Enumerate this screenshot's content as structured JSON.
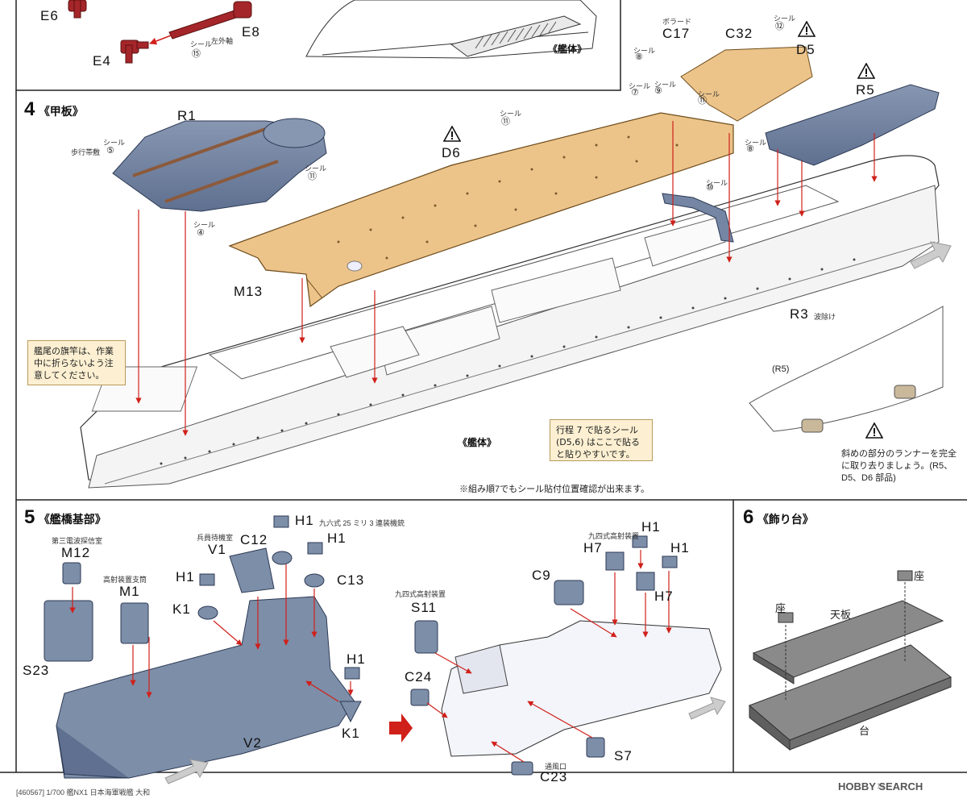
{
  "top_panel": {
    "parts": {
      "e6": "E6",
      "e8": "E8",
      "e4": "E4"
    },
    "seal_label": "シール",
    "seal_num": "⑮",
    "axle": "左外軸",
    "hull_caption": "《艦体》"
  },
  "step4": {
    "num": "4",
    "title": "《甲板》",
    "parts": {
      "r1": "R1",
      "c17": "C17",
      "c32": "C32",
      "d5": "D5",
      "r5": "R5",
      "d6": "D6",
      "m13": "M13",
      "r3": "R3"
    },
    "bollard": "ボラード",
    "walkway": "歩行帯敷",
    "wave_breaker": "波除け",
    "seal_label": "シール",
    "seals": {
      "s4": "④",
      "s5": "⑤",
      "s7": "⑦",
      "s8": "⑧",
      "s9": "⑨",
      "s10": "⑩",
      "s11": "⑪",
      "s12": "⑫"
    },
    "note_flag": "艦尾の旗竿は、作業中に折らないよう注意してください。",
    "note_seal": "行程 7 で貼るシール(D5,6) はここで貼ると貼りやすいです。",
    "hull_caption": "《艦体》",
    "seal_check": "※組み順7でもシール貼付位置確認が出来ます。",
    "r5_detail": "(R5)",
    "runner_note": "斜めの部分のランナーを完全に取り去りましょう。(R5、D5、D6 部品)"
  },
  "step5": {
    "num": "5",
    "title": "《艦橋基部》",
    "parts": {
      "m12": "M12",
      "m1": "M1",
      "v1": "V1",
      "c12": "C12",
      "h1a": "H1",
      "h1b": "H1",
      "h1c": "H1",
      "c13": "C13",
      "k1a": "K1",
      "k1b": "K1",
      "h1d": "H1",
      "s23": "S23",
      "v2": "V2",
      "s11": "S11",
      "c9": "C9",
      "h7a": "H7",
      "h1e": "H1",
      "h1f": "H1",
      "h7b": "H7",
      "c24": "C24",
      "s7": "S7",
      "c23": "C23"
    },
    "radar_room": "第三電波探信室",
    "aa_support": "高射装置支筒",
    "crew_room": "兵員待機室",
    "mg25": "九六式 25 ミリ 3 連装機銃",
    "aa_94a": "九四式高射装置",
    "aa_94b": "九四式高射装置",
    "vent": "通風口"
  },
  "step6": {
    "num": "6",
    "title": "《飾り台》",
    "seat_a": "座",
    "seat_b": "座",
    "top_board": "天板",
    "base": "台"
  },
  "footer": {
    "product": "[460567] 1/700 艦NX1 日本海軍戦艦 大和",
    "page": "16",
    "watermark": "HOBBY SEARCH"
  },
  "colors": {
    "part_gray": "#7d8ea8",
    "deck_wood": "#ecc48a",
    "runner_red": "#a5262a",
    "note_bg": "#fdf0d2",
    "arrow_red": "#d0201a"
  }
}
